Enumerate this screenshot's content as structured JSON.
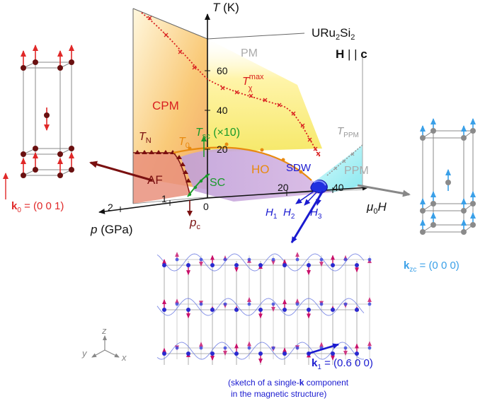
{
  "material": {
    "main": "URu",
    "sub": "2",
    "main2": "Si",
    "sub2": "2"
  },
  "field_dir": {
    "h": "H",
    "sep": " | | ",
    "c": "c"
  },
  "axes": {
    "t_label": "T",
    "t_unit": " (K)",
    "p_label": "p",
    "p_unit": " (GPa)",
    "h_label_mu": "μ",
    "h_label_sub": "0",
    "h_label_h": "H",
    "ticks_t": [
      "20",
      "40",
      "60"
    ],
    "ticks_p": [
      "1",
      "2"
    ],
    "ticks_h": [
      "20",
      "40"
    ],
    "origin": "0"
  },
  "phases": {
    "pm": "PM",
    "cpm": "CPM",
    "ppm": "PPM",
    "af": "AF",
    "ho": "HO",
    "sc": "SC",
    "sdw": "SDW"
  },
  "lines": {
    "tchi": "T",
    "tchi_sup": "max",
    "tchi_sub": "χ",
    "tn": "T",
    "tn_sub": "N",
    "t0": "T",
    "t0_sub": "0",
    "tsc": "T",
    "tsc_sub": "sc",
    "tsc_suffix": " (×10)",
    "tppm": "T",
    "tppm_sub": "PPM",
    "pc": "p",
    "pc_sub": "c",
    "h1": "H",
    "h1_sub": "1",
    "h2": "H",
    "h2_sub": "2",
    "h3": "H",
    "h3_sub": "3"
  },
  "vectors": {
    "k0_bold": "k",
    "k0_sub": "0",
    "k0_val": " = (0 0 1)",
    "kzc_bold": "k",
    "kzc_sub": "zc",
    "kzc_val": " = (0 0 0)",
    "k1_bold": "k",
    "k1_sub": "1",
    "k1_val": " = (0.6 0 0)"
  },
  "sketch_note": {
    "line1_pre": "(sketch of a single-",
    "line1_bold": "k",
    "line1_post": " component",
    "line2": "in the magnetic structure)"
  },
  "coord_axes": {
    "z": "z",
    "y": "y",
    "x": "x"
  },
  "colors": {
    "af": "#e8826e",
    "ho": "#b59ad6",
    "cpm": "#f5e85a",
    "ppm": "#a8f0f2",
    "tchi": "#d92020",
    "tn": "#7a1010",
    "t0": "#e88a10",
    "tsc": "#1a9a2a",
    "sdw": "#1a1ad0",
    "ppm_line": "#999999",
    "k0": "#e02828",
    "kzc": "#3aa0e8",
    "moment": "#c8106a"
  }
}
